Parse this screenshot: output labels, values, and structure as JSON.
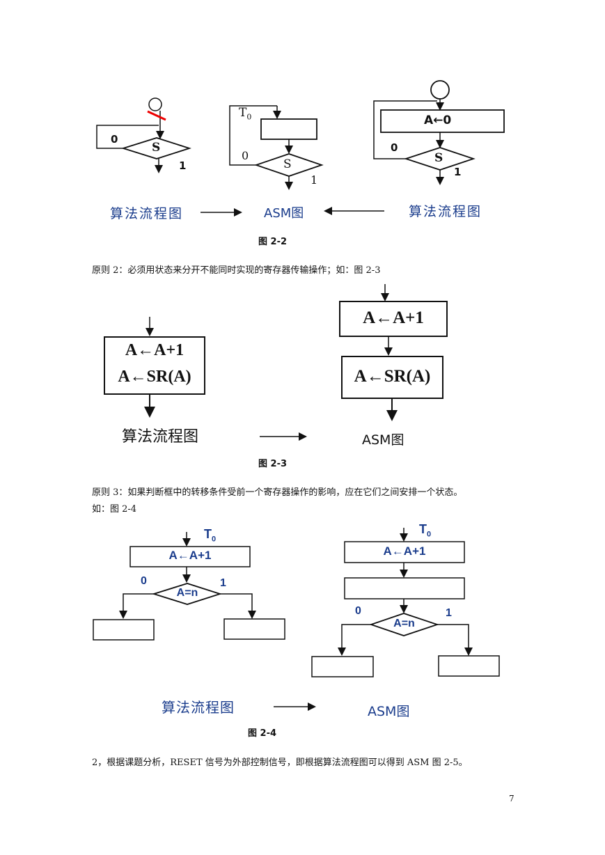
{
  "fig22": {
    "left_label": "算法流程图",
    "mid_label": "ASM图",
    "right_label": "算法流程图",
    "s1": "S",
    "s2": "S",
    "s3": "S",
    "zero1": "0",
    "one1": "1",
    "zero2": "0",
    "one2": "1",
    "zero3": "0",
    "one3": "1",
    "t0": "T",
    "t0_sub": "0",
    "assign": "A←0",
    "caption": "图 2-2"
  },
  "rule2": "原则 2：必须用状态来分开不能同时实现的寄存器传输操作；如：图 2-3",
  "fig23": {
    "left_line1": "A←A+1",
    "left_line2": "A←SR(A)",
    "right_top": "A←A+1",
    "right_bottom": "A←SR(A)",
    "left_label": "算法流程图",
    "right_label": "ASM图",
    "caption": "图 2-3"
  },
  "rule3_line1": "原则 3：如果判断框中的转移条件受前一个寄存器操作的影响，应在它们之间安排一个状态。",
  "rule3_line2": "如：图 2-4",
  "fig24": {
    "t0_left": "T",
    "t0_left_sub": "0",
    "t0_right": "T",
    "t0_right_sub": "0",
    "assign_left": "A←A+1",
    "assign_right": "A←A+1",
    "cond_left": "A=n",
    "cond_right": "A=n",
    "zero_left": "0",
    "one_left": "1",
    "zero_right": "0",
    "one_right": "1",
    "left_label": "算法流程图",
    "right_label": "ASM图",
    "caption": "图 2-4"
  },
  "para_bottom": "2，根据课题分析，RESET 信号为外部控制信号，即根据算法流程图可以得到 ASM 图 2-5。",
  "page_number": "7"
}
